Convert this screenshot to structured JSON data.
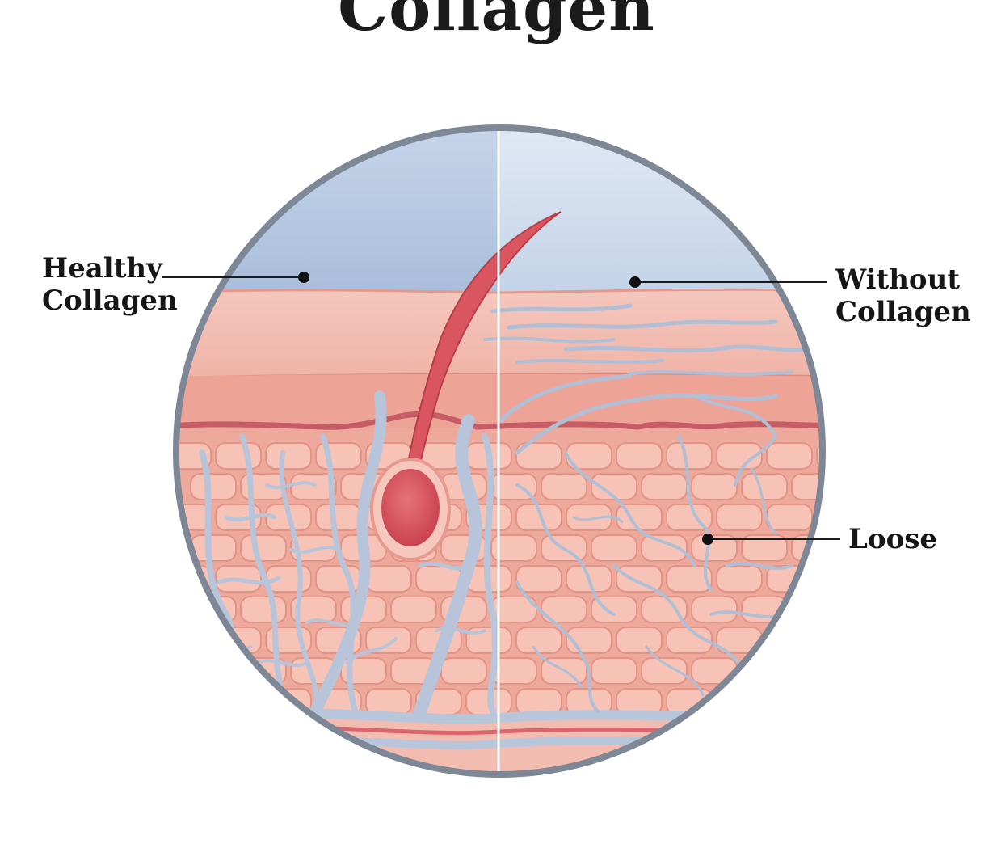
{
  "title": "Collagen",
  "labels": {
    "healthy_line1": "Healthy",
    "healthy_line2": "Collagen",
    "without_line1": "Without",
    "without_line2": "Collagen",
    "loose": "Loose"
  },
  "colors": {
    "sky": "#a9bfdc",
    "epidermis": "#f2b8ad",
    "dermis": "#eba395",
    "tissue": "#f1b4a6",
    "cell": "#f6c5b9",
    "fiber": "#b9c6dc",
    "rim": "#7c8594",
    "hair": "#d9555f",
    "basement": "#c9606a"
  }
}
